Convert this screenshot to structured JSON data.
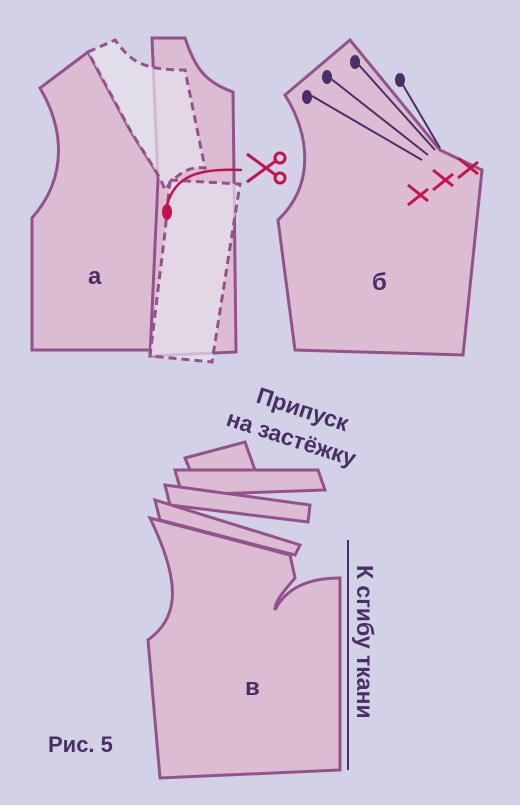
{
  "labels": {
    "a": "а",
    "b": "б",
    "v": "в",
    "allowance_line1": "Припуск",
    "allowance_line2": "на застёжку",
    "fold": "К сгибу ткани",
    "figure": "Рис. 5"
  },
  "colors": {
    "background": "#d2d1e6",
    "piece_fill": "#dcbcd3",
    "piece_stroke": "#94528a",
    "text": "#4a2f66",
    "scissors": "#c4124c"
  },
  "icons": [
    "scissors-icon",
    "pin-icon"
  ]
}
